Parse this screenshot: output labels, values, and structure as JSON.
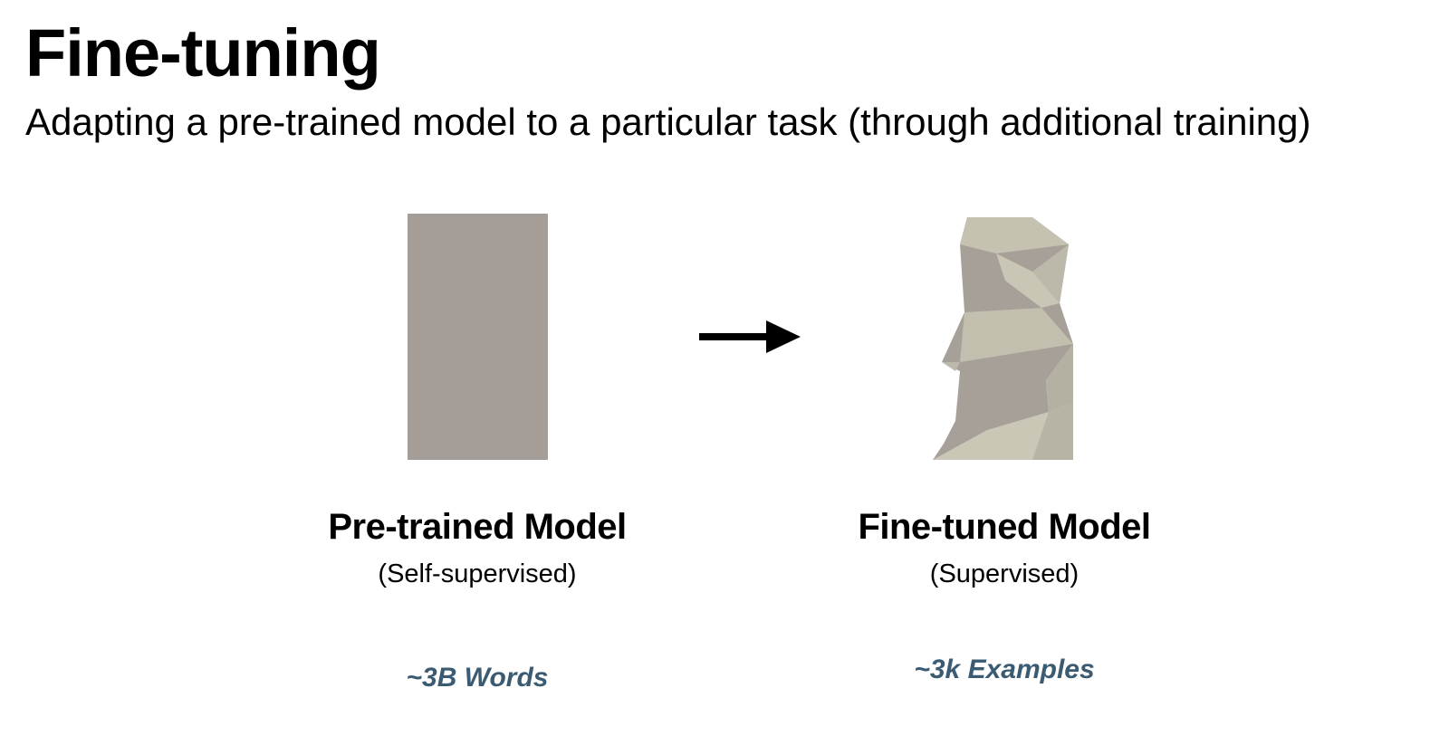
{
  "slide": {
    "title": "Fine-tuning",
    "subtitle": "Adapting a pre-trained model to a particular task (through additional training)"
  },
  "pretrained": {
    "name": "Pre-trained Model",
    "type": "(Self-supervised)",
    "data_size": "~3B Words",
    "icon": "uncarved-block-icon",
    "color": "#a49d98"
  },
  "finetuned": {
    "name": "Fine-tuned Model",
    "type": "(Supervised)",
    "data_size": "~3k Examples",
    "icon": "carved-sculpture-icon",
    "color": "#a6a098"
  },
  "arrow": {
    "icon": "right-arrow-icon"
  },
  "colors": {
    "data_size_text": "#3b5b73"
  }
}
